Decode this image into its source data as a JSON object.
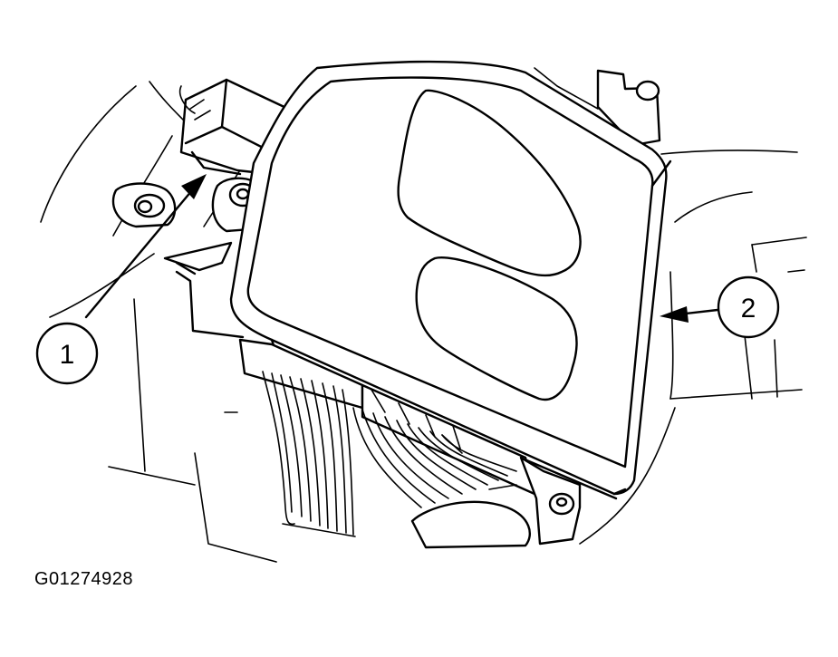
{
  "figure_code": "G01274928",
  "callouts": [
    {
      "label": "1",
      "target": "connector"
    },
    {
      "label": "2",
      "target": "control-module"
    }
  ],
  "colors": {
    "ink": "#000000",
    "paper": "#ffffff"
  }
}
